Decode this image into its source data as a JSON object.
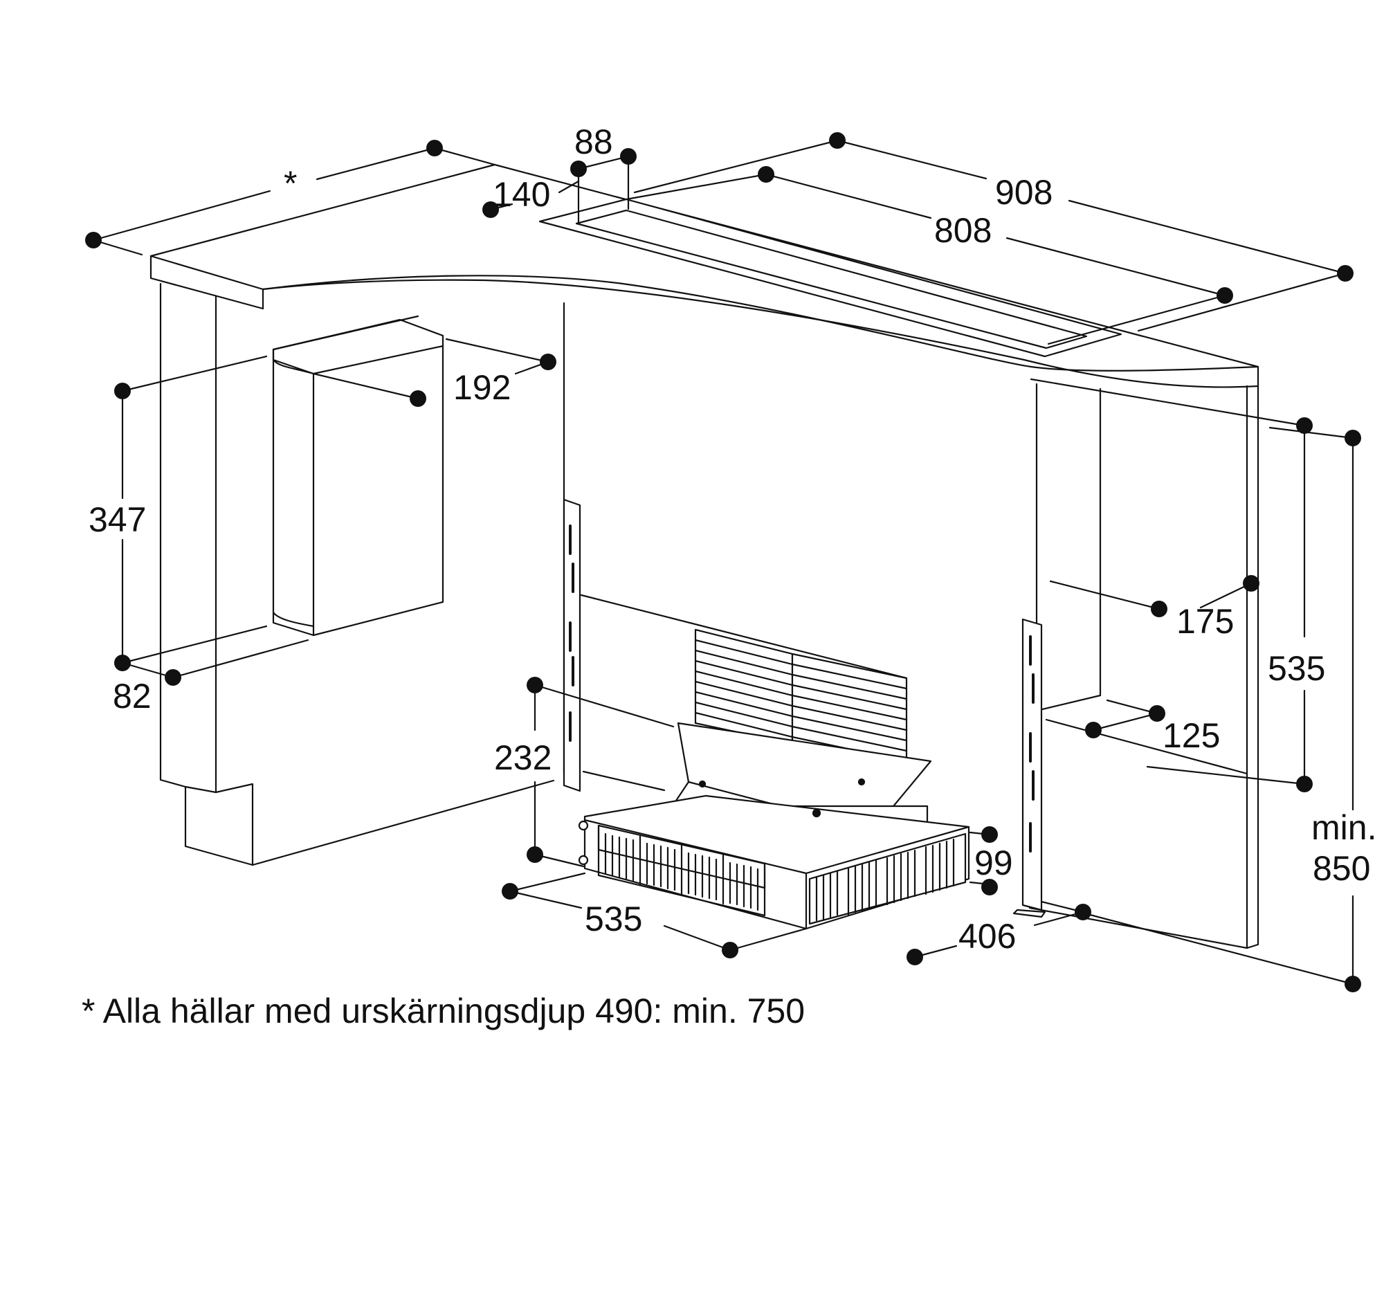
{
  "dimensions": {
    "asterisk": "*",
    "d88": "88",
    "d140": "140",
    "d908": "908",
    "d808": "808",
    "d192": "192",
    "d347": "347",
    "d82": "82",
    "d175": "175",
    "d535_height": "535",
    "d125": "125",
    "d232": "232",
    "d99": "99",
    "d535_width": "535",
    "d406": "406",
    "min_label": "min.",
    "d850": "850"
  },
  "footnote": "* Alla hällar med urskärningsdjup 490: min. 750"
}
